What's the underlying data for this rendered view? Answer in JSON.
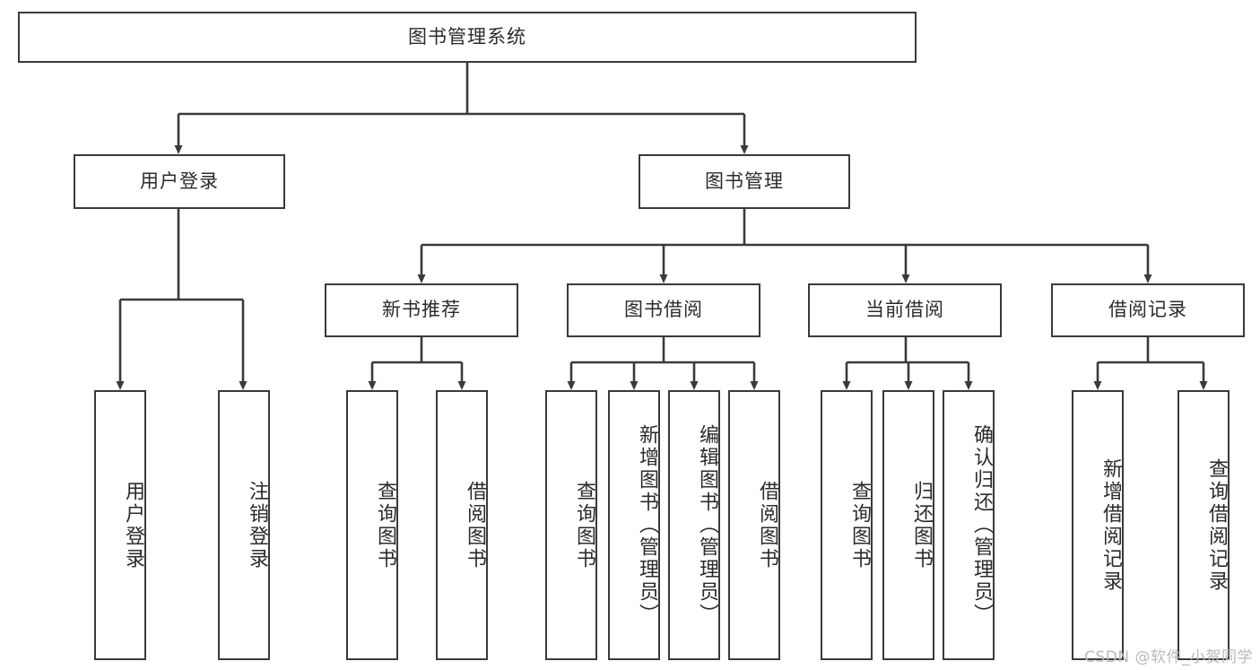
{
  "diagram": {
    "type": "tree-hierarchy-flowchart",
    "title": "图书管理系统",
    "orientation": "top-down",
    "box_fill": "#ffffff",
    "box_stroke": "#3a3a3a",
    "text_color": "#2b2b2b",
    "background": "#ffffff"
  },
  "nodes": {
    "root": {
      "label": "图书管理系统",
      "level": 1
    },
    "level2": [
      {
        "id": "user-login",
        "label": "用户登录"
      },
      {
        "id": "book-manage",
        "label": "图书管理"
      }
    ],
    "level3": [
      {
        "id": "new-book-recommend",
        "label": "新书推荐"
      },
      {
        "id": "book-borrow",
        "label": "图书借阅"
      },
      {
        "id": "current-borrow",
        "label": "当前借阅"
      },
      {
        "id": "borrow-record",
        "label": "借阅记录"
      }
    ],
    "leaves": {
      "user-login": [
        {
          "id": "leaf-user-login",
          "label": "用户登录"
        },
        {
          "id": "leaf-logout",
          "label": "注销登录"
        }
      ],
      "new-book-recommend": [
        {
          "id": "leaf-query-book-1",
          "label": "查询图书"
        },
        {
          "id": "leaf-borrow-book-1",
          "label": "借阅图书"
        }
      ],
      "book-borrow": [
        {
          "id": "leaf-query-book-2",
          "label": "查询图书"
        },
        {
          "id": "leaf-add-book",
          "label": "新增图书（管理员）"
        },
        {
          "id": "leaf-edit-book",
          "label": "编辑图书（管理员）"
        },
        {
          "id": "leaf-borrow-book-2",
          "label": "借阅图书"
        }
      ],
      "current-borrow": [
        {
          "id": "leaf-query-book-3",
          "label": "查询图书"
        },
        {
          "id": "leaf-return-book",
          "label": "归还图书"
        },
        {
          "id": "leaf-confirm-return",
          "label": "确认归还（管理员）"
        }
      ],
      "borrow-record": [
        {
          "id": "leaf-add-record",
          "label": "新增借阅记录"
        },
        {
          "id": "leaf-query-record",
          "label": "查询借阅记录"
        }
      ]
    }
  },
  "watermark": {
    "text": "CSDN @软件_小贺同学"
  }
}
